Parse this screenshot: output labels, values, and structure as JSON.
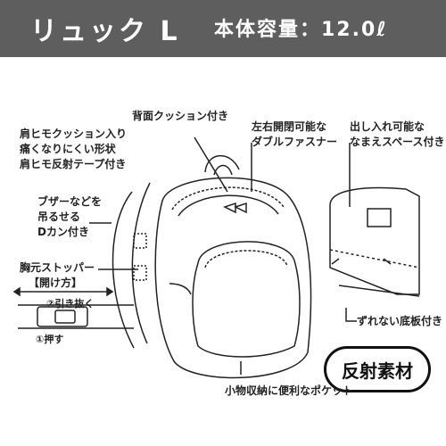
{
  "header": {
    "title": "リュック L",
    "capacity_label": "本体容量：12.0ℓ"
  },
  "callouts": {
    "shoulder": [
      "肩ヒモクッション入り",
      "痛くなりにくい形状",
      "肩ヒモ反射テープ付き"
    ],
    "back_cushion": "背面クッション付き",
    "zipper": [
      "左右開閉可能な",
      "ダブルファスナー"
    ],
    "space": [
      "出し入れ可能な",
      "なまえスペース付き"
    ],
    "d_ring": [
      "ブザーなどを",
      "吊るせる",
      "Dカン付き"
    ],
    "chest": [
      "胸元ストッパー",
      "【開け方】"
    ],
    "step2": "②引き抜く",
    "step1": "①押す",
    "bottom": "ずれない底板付き",
    "reflect": "反射素材",
    "pocket": "小物収納に便利なポケット"
  },
  "colors": {
    "header_bg": "#5e5e5e",
    "line": "#222222"
  }
}
